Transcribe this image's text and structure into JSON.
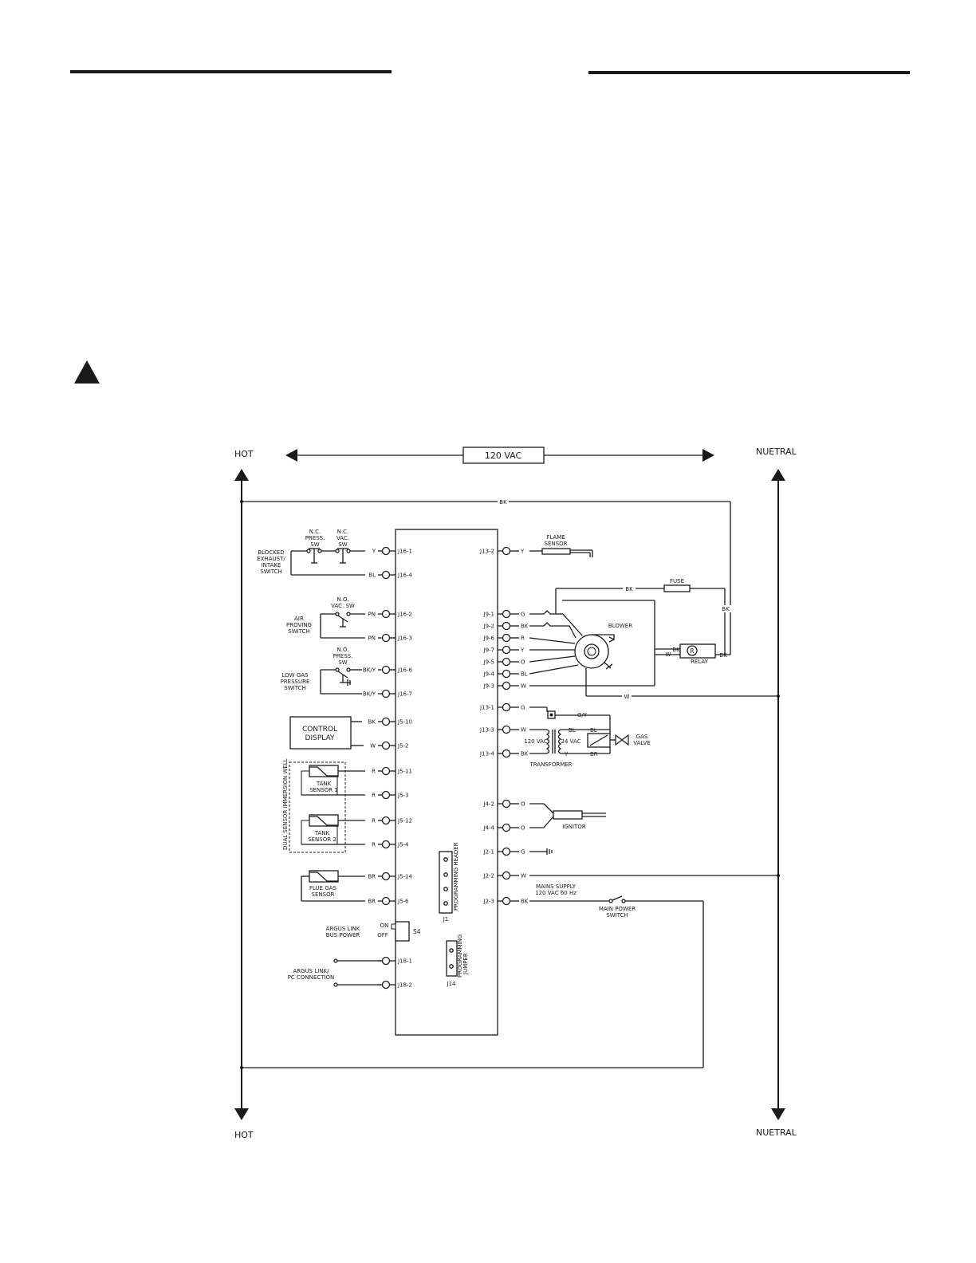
{
  "diagram": {
    "hot_label": "HOT",
    "neutral_label": "NUETRAL",
    "voltage": "120 VAC",
    "wire_bk": "BK",
    "left_components": {
      "nc_press_sw": [
        "N.C.",
        "PRESS.",
        "SW"
      ],
      "nc_vac_sw": [
        "N.C.",
        "VAC.",
        "SW"
      ],
      "blocked_switch": [
        "BLOCKED",
        "EXHAUST/",
        "INTAKE",
        "SWITCH"
      ],
      "no_vac_sw": [
        "N.O.",
        "VAC. SW"
      ],
      "air_proving": [
        "AIR",
        "PROVING",
        "SWITCH"
      ],
      "no_press_sw": [
        "N.O.",
        "PRESS.",
        "SW"
      ],
      "low_gas": [
        "LOW GAS",
        "PRESSURE",
        "SWITCH"
      ],
      "control_display": [
        "CONTROL",
        "DISPLAY"
      ],
      "dual_sensor": "DUAL SENSOR IMMERSION WELL",
      "tank_sensor_1": [
        "TANK",
        "SENSOR 1"
      ],
      "tank_sensor_2": [
        "TANK",
        "SENSOR 2"
      ],
      "flue_gas": [
        "FLUE GAS",
        "SENSOR"
      ],
      "argus_bus": [
        "ARGUS LINK",
        "BUS POWER"
      ],
      "argus_pc": [
        "ARGUS LINK/",
        "PC CONNECTION"
      ],
      "switch_on": "ON",
      "switch_off": "OFF",
      "s4": "S4"
    },
    "left_pins": [
      {
        "pin": "J16-1",
        "wire": "Y"
      },
      {
        "pin": "J16-4",
        "wire": "BL"
      },
      {
        "pin": "J16-2",
        "wire": "PN"
      },
      {
        "pin": "J16-3",
        "wire": "PN"
      },
      {
        "pin": "J16-6",
        "wire": "BK/Y"
      },
      {
        "pin": "J16-7",
        "wire": "BK/Y"
      },
      {
        "pin": "J5-10",
        "wire": "BK"
      },
      {
        "pin": "J5-2",
        "wire": "W"
      },
      {
        "pin": "J5-11",
        "wire": "R"
      },
      {
        "pin": "J5-3",
        "wire": "R"
      },
      {
        "pin": "J5-12",
        "wire": "R"
      },
      {
        "pin": "J5-4",
        "wire": "R"
      },
      {
        "pin": "J5-14",
        "wire": "BR"
      },
      {
        "pin": "J5-6",
        "wire": "BR"
      },
      {
        "pin": "J18-1",
        "wire": ""
      },
      {
        "pin": "J18-2",
        "wire": ""
      }
    ],
    "right_pins": [
      {
        "pin": "J13-2",
        "wire": "Y"
      },
      {
        "pin": "J9-1",
        "wire": "G"
      },
      {
        "pin": "J9-2",
        "wire": "BK"
      },
      {
        "pin": "J9-6",
        "wire": "R"
      },
      {
        "pin": "J9-7",
        "wire": "Y"
      },
      {
        "pin": "J9-5",
        "wire": "O"
      },
      {
        "pin": "J9-4",
        "wire": "BL"
      },
      {
        "pin": "J9-3",
        "wire": "W"
      },
      {
        "pin": "J13-1",
        "wire": "G"
      },
      {
        "pin": "J13-3",
        "wire": "W"
      },
      {
        "pin": "J13-4",
        "wire": "BK"
      },
      {
        "pin": "J4-2",
        "wire": "O"
      },
      {
        "pin": "J4-4",
        "wire": "O"
      },
      {
        "pin": "J2-1",
        "wire": "G"
      },
      {
        "pin": "J2-2",
        "wire": "W"
      },
      {
        "pin": "J2-3",
        "wire": "BK"
      }
    ],
    "board": {
      "j1": "J1",
      "programming_header": "PROGRAMMING HEADER",
      "j14": "J14",
      "programming_jumper": [
        "PROGRAMMING",
        "JUMPER"
      ]
    },
    "right_components": {
      "flame_sensor": [
        "FLAME",
        "SENSOR"
      ],
      "fuse": "FUSE",
      "blower": "BLOWER",
      "relay": "RELAY",
      "relay_symbol": "R",
      "relay_wires": [
        "BK",
        "W",
        "BK"
      ],
      "gy": "G/Y",
      "bl1": "BL",
      "bl2": "BL",
      "y": "Y",
      "br": "BR",
      "vac120": "120 VAC",
      "vac24": "24 VAC",
      "transformer": "TRANSFORMER",
      "gas_valve": [
        "GAS",
        "VALVE"
      ],
      "ignitor": "IGNITOR",
      "mains_supply": [
        "MAINS SUPPLY",
        "120 VAC 60 Hz"
      ],
      "main_power_switch": [
        "MAIN POWER",
        "SWITCH"
      ],
      "w_label": "W"
    }
  }
}
